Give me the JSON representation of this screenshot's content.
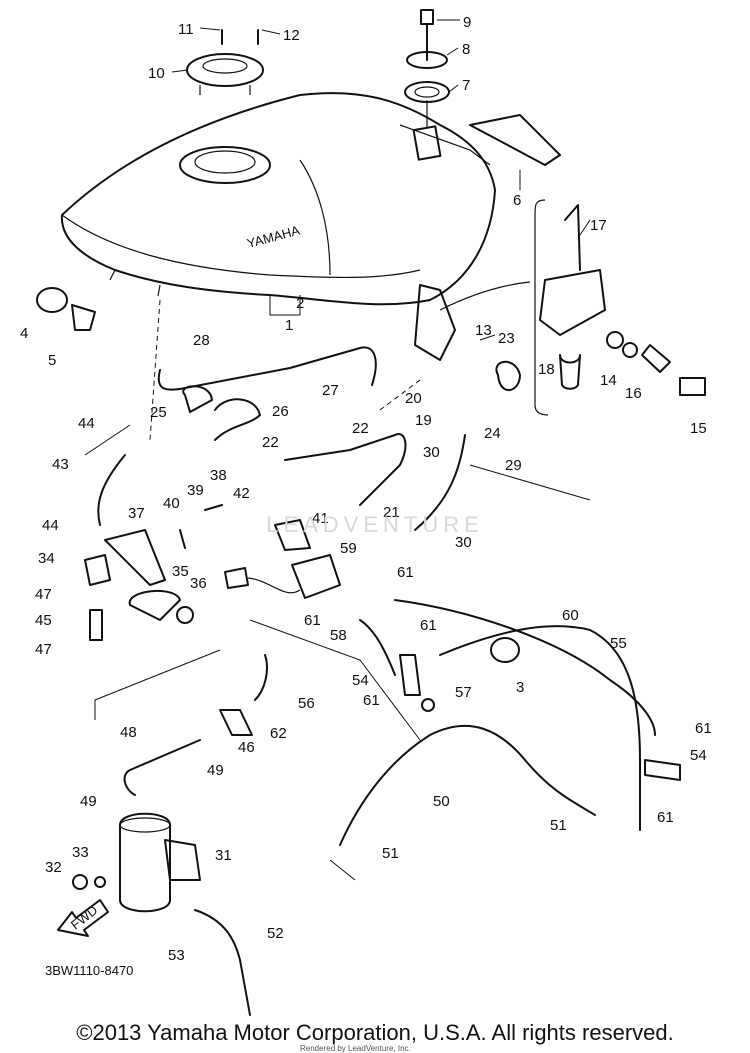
{
  "diagram": {
    "drawing_code": "3BW1110-8470",
    "tank_brand": "YAMAHA",
    "arrow_label": "FWD",
    "callouts": [
      "1",
      "2",
      "3",
      "4",
      "5",
      "6",
      "7",
      "8",
      "9",
      "10",
      "11",
      "12",
      "13",
      "14",
      "15",
      "16",
      "17",
      "18",
      "19",
      "20",
      "21",
      "22",
      "23",
      "24",
      "25",
      "26",
      "27",
      "28",
      "29",
      "30",
      "31",
      "32",
      "33",
      "34",
      "35",
      "36",
      "37",
      "38",
      "39",
      "40",
      "41",
      "42",
      "43",
      "44",
      "45",
      "46",
      "47",
      "48",
      "49",
      "50",
      "51",
      "52",
      "53",
      "54",
      "55",
      "56",
      "57",
      "58",
      "59",
      "60",
      "61",
      "62"
    ]
  },
  "footer": {
    "copyright": "©2013 Yamaha Motor Corporation, U.S.A. All rights reserved.",
    "rendered_by": "Rendered by LeadVenture, Inc."
  },
  "watermark": {
    "text": "LEADVENTURE"
  }
}
